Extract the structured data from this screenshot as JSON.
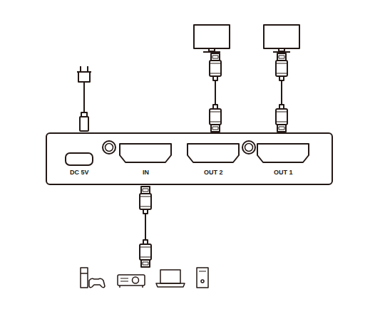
{
  "diagram": {
    "labels": [
      "DC 5V",
      "IN",
      "OUT 2",
      "OUT 1"
    ]
  }
}
